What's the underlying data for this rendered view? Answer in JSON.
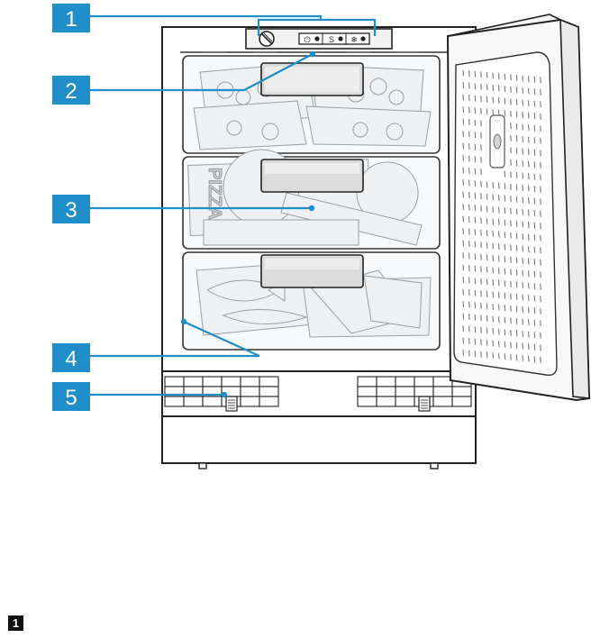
{
  "callouts": [
    "1",
    "2",
    "3",
    "4",
    "5"
  ],
  "control_panel": {
    "symbols": [
      "⏻",
      "S",
      "❄"
    ]
  },
  "drawers": [
    {
      "content": "frozen-bags"
    },
    {
      "content": "pizza-boxes",
      "label": "PIZZA"
    },
    {
      "content": "fish-and-meat"
    }
  ],
  "footer": {
    "badge": "1"
  },
  "colors": {
    "callout": "#1f8ec9",
    "line_art": "#222222",
    "badge": "#111111"
  }
}
